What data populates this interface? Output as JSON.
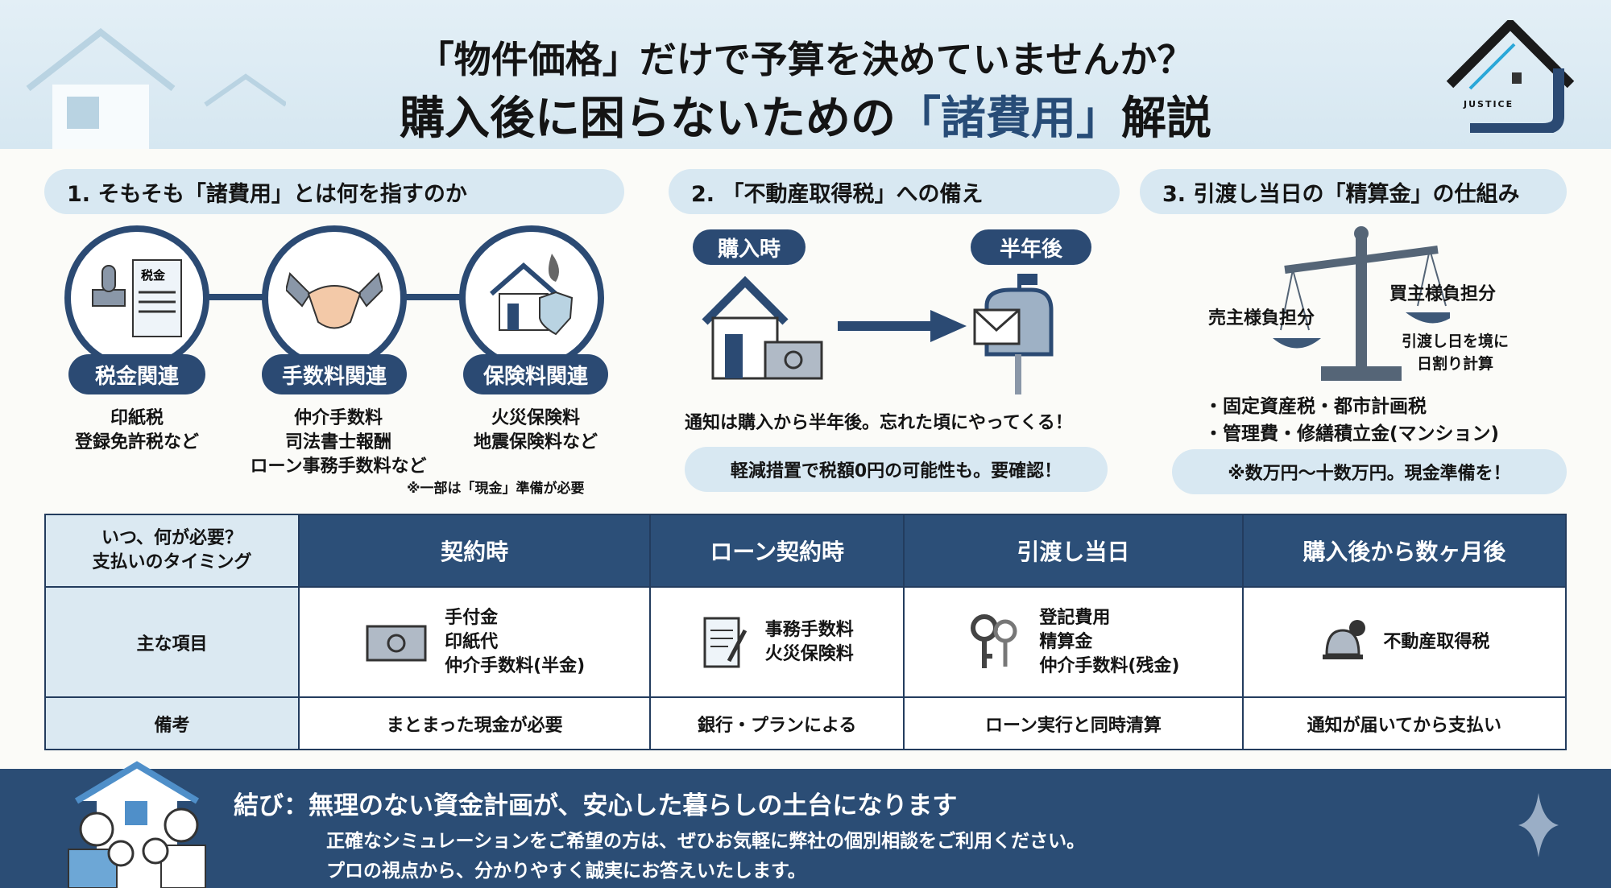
{
  "header": {
    "title_line1": "「物件価格」だけで予算を決めていませんか？",
    "title_line2_pre": "購入後に困らないための",
    "title_line2_highlight": "「諸費用」",
    "title_line2_post": "解説",
    "logo_text": "JUSTICE"
  },
  "section1": {
    "title": "1. そもそも「諸費用」とは何を指すのか",
    "categories": [
      {
        "label": "税金関連",
        "doc_text": "税金",
        "items": [
          "印紙税",
          "登録免許税など"
        ]
      },
      {
        "label": "手数料関連",
        "items": [
          "仲介手数料",
          "司法書士報酬",
          "ローン事務手数料など"
        ]
      },
      {
        "label": "保険料関連",
        "items": [
          "火災保険料",
          "地震保険料など"
        ]
      }
    ],
    "note": "※一部は「現金」準備が必要"
  },
  "section2": {
    "title": "2. 「不動産取得税」への備え",
    "tag_before": "購入時",
    "tag_after": "半年後",
    "notice": "通知は購入から半年後。忘れた頃にやってくる！",
    "tip": "軽減措置で税額0円の可能性も。要確認！"
  },
  "section3": {
    "title": "3. 引渡し当日の「精算金」の仕組み",
    "seller": "売主様負担分",
    "buyer": "買主様負担分",
    "calc": [
      "引渡し日を境に",
      "日割り計算"
    ],
    "bullets": [
      "・固定資産税・都市計画税",
      "・管理費・修繕積立金(マンション)"
    ],
    "tip": "※数万円〜十数万円。現金準備を！"
  },
  "table": {
    "corner": [
      "いつ、何が必要？",
      "支払いのタイミング"
    ],
    "columns": [
      "契約時",
      "ローン契約時",
      "引渡し当日",
      "購入後から数ヶ月後"
    ],
    "row_labels": [
      "主な項目",
      "備考"
    ],
    "items": [
      [
        "手付金",
        "印紙代",
        "仲介手数料(半金)"
      ],
      [
        "事務手数料",
        "火災保険料"
      ],
      [
        "登記費用",
        "精算金",
        "仲介手数料(残金)"
      ],
      [
        "不動産取得税"
      ]
    ],
    "notes": [
      "まとまった現金が必要",
      "銀行・プランによる",
      "ローン実行と同時清算",
      "通知が届いてから支払い"
    ]
  },
  "footer": {
    "headline": "結び：無理のない資金計画が、安心した暮らしの土台になります",
    "body1": "正確なシミュレーションをご希望の方は、ぜひお気軽に弊社の個別相談をご利用ください。",
    "body2": "プロの視点から、分かりやすく誠実にお答えいたします。"
  },
  "colors": {
    "navy": "#2b4a73",
    "light": "#d8e8f2"
  }
}
